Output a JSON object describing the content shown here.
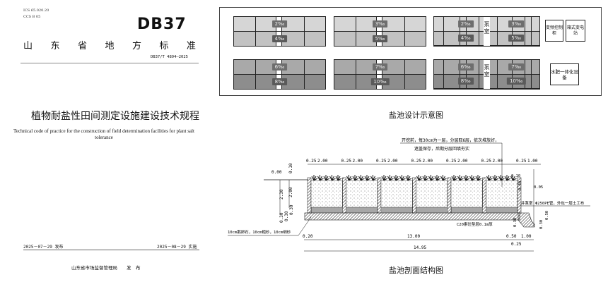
{
  "cover": {
    "ics": "ICS  65.020.20",
    "ccs": "CCS B  05",
    "logo": "DB37",
    "province_standard": [
      "山",
      "东",
      "省",
      "地",
      "方",
      "标",
      "准"
    ],
    "code": "DB37/T 4894—2025",
    "title_cn": "植物耐盐性田间测定设施建设技术规程",
    "title_en": "Technical code of practice for the construction of field determination facilities for plant salt tolerance",
    "release_date": "2025－07－29 发布",
    "implement_date": "2025－08－29 实施",
    "publisher": "山东省市场监督管理局　　发　布"
  },
  "design_diagram": {
    "caption": "盐池设计示意图",
    "pools": [
      {
        "labels": [
          "2‰",
          "4‰"
        ]
      },
      {
        "labels": [
          "3‰",
          "5‰"
        ]
      },
      {
        "labels": [
          "2‰",
          "4‰",
          "3‰",
          "5‰"
        ],
        "pump": "泵室"
      },
      {
        "labels": [
          "6‰",
          "8‰"
        ]
      },
      {
        "labels": [
          "7‰",
          "10‰"
        ]
      },
      {
        "labels": [
          "6‰",
          "8‰",
          "7‰",
          "10‰"
        ],
        "pump": "泵室"
      }
    ],
    "equipment": [
      "变频控制柜",
      "箱式变电站",
      "水肥一体化设备"
    ]
  },
  "section_diagram": {
    "caption": "盐池剖面结构图",
    "note_line1": "开挖前，每30cm为一层，分层取6层，依次堆放好，",
    "note_line2": "遮盖保存，后期分层回填夯实",
    "top_dims": [
      "0.25",
      "2.00",
      "0.25",
      "2.00",
      "0.25",
      "2.00",
      "0.25",
      "2.00",
      "0.25",
      "2.00",
      "0.25",
      "2.00",
      "0.25",
      "1.00"
    ],
    "left_dims": {
      "ground": "0.00",
      "top": "0.10",
      "h1": "2.30",
      "h2": "2.00",
      "h3": "0.30",
      "h4": "0.30",
      "h5": "0.30"
    },
    "right_dims": {
      "top": "0.10",
      "h": "0.40",
      "d": "0.05",
      "a": "0.50",
      "b": "0.30",
      "c": "0.30"
    },
    "layers_note": "10cm鹅卵石，10cm粗砂，10cm细砂",
    "base_note": "C20素砼垫层0.1m厚",
    "pump_well": "井泵室",
    "pipe_note": "Φ250PE管，外包一层土工布",
    "bottom_dims": {
      "left": "0.20",
      "main": "13.00",
      "a": "0.50",
      "b": "1.00",
      "c": "0.25",
      "total": "14.95"
    }
  }
}
